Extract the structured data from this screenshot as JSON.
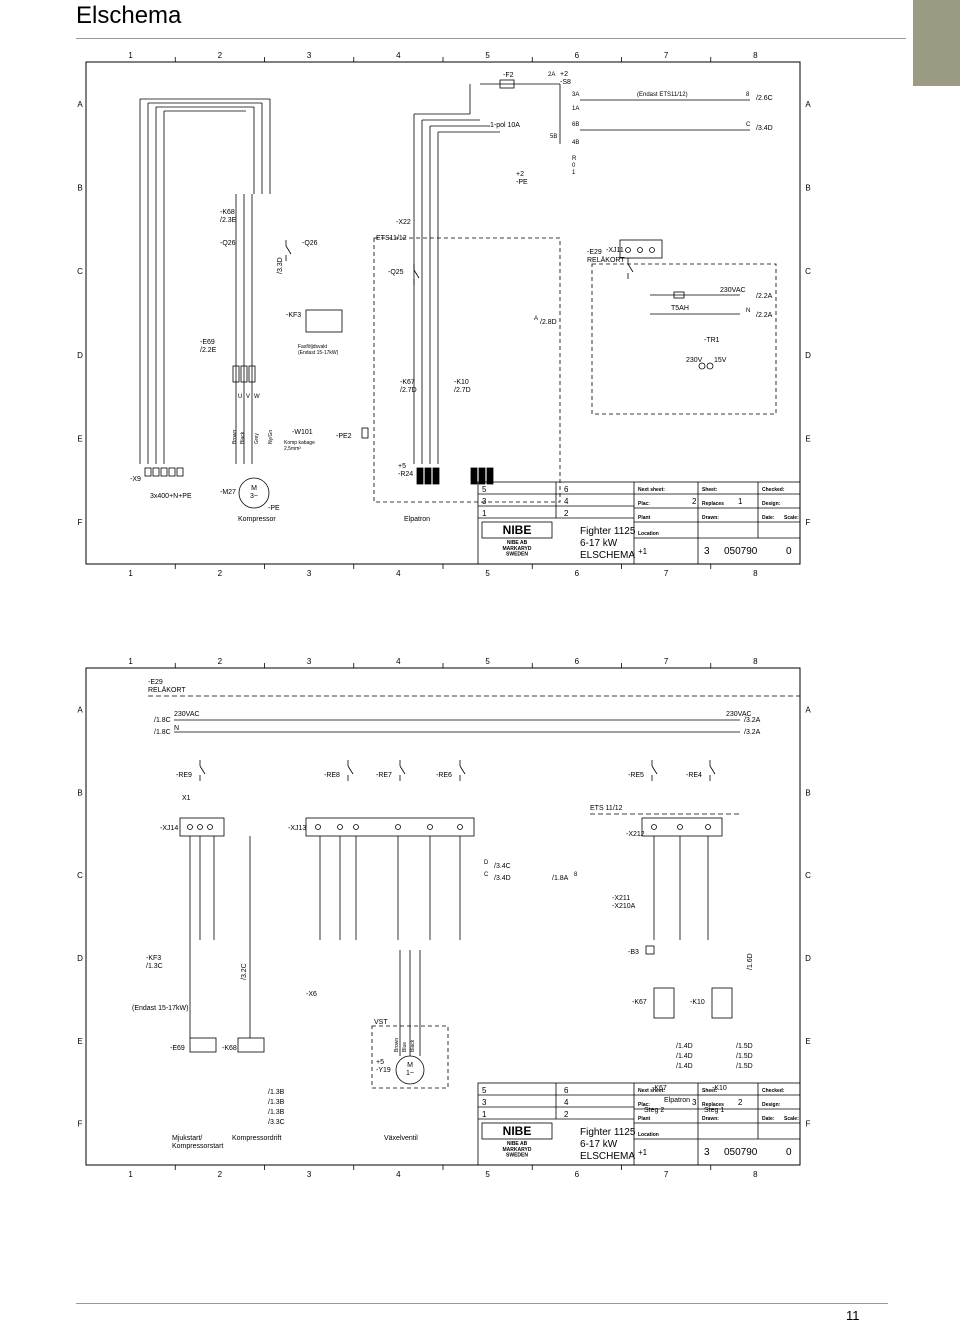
{
  "page": {
    "title": "Elschema",
    "page_number": "11",
    "colors": {
      "tab": "#9a9b82",
      "line": "#000000",
      "rule": "#999999"
    }
  },
  "grid": {
    "columns": [
      "1",
      "2",
      "3",
      "4",
      "5",
      "6",
      "7",
      "8"
    ],
    "rows": [
      "A",
      "B",
      "C",
      "D",
      "E",
      "F"
    ]
  },
  "title_block": {
    "brand": "NIBE",
    "company": [
      "NIBE AB",
      "MARKARYD",
      "SWEDEN"
    ],
    "revisions": [
      "5",
      "6",
      "3",
      "4",
      "1",
      "2"
    ],
    "product": "Fighter 1125",
    "power": "6-17 kW",
    "drawing": "ELSCHEMA",
    "labels": {
      "next_sheet": "Next sheet:",
      "sheet": "Sheet:",
      "checked": "Checked:",
      "plac": "Plac:",
      "replaces": "Replaces",
      "design": "Design:",
      "plant": "Plant",
      "drawn": "Drawn:",
      "date": "Date:",
      "scale": "Scale:",
      "location": "Location"
    },
    "location": "+1",
    "number": "050790",
    "revision": "0",
    "sheet1": {
      "next_sheet": "2",
      "sheet": "1",
      "num_prefix": "3"
    },
    "sheet2": {
      "next_sheet": "3",
      "sheet": "2",
      "num_prefix": "3"
    }
  },
  "sheet1": {
    "labels": {
      "f2": "-F2",
      "pol": "1-pol 10A",
      "s8": "+2\n-S8",
      "s8_3a": "3A",
      "s8_2a": "2A",
      "s8_1a": "1A",
      "s8_6b": "6B",
      "s8_5b": "5B",
      "s8_4b": "4B",
      "endast": "(Endast ETS11/12)",
      "ref8a": "/2.6C",
      "ref_c1": "/3.4D",
      "pe_plus": "+2\n-PE",
      "r01": "R\n0\n1",
      "k68": "-K68\n/2.3E",
      "q26": "-Q26",
      "q26_b": "-Q26",
      "q26_ref": "/3.3D",
      "x22": "-X22",
      "ets": "ETS11/12",
      "q25": "-Q25",
      "e29": "-E29\nRELÄKORT",
      "xj11": "-XJ11",
      "kf3": "-KF3",
      "fast": "Fasföljdsvakt\n(Endast 15-17kW)",
      "e69": "-E69\n/2.2E",
      "k67": "-K67\n/2.7D",
      "k10": "-K10\n/2.7D",
      "a280": "/2.8D",
      "t5ah": "T5AH",
      "vac230": "230VAC",
      "ref_2a1": "/2.2A",
      "ref_2a2": "/2.2A",
      "tr1": "-TR1",
      "v230": "230V",
      "v15": "15V",
      "w101": "-W101",
      "kabel": "Komp kabage\n2,5mm²",
      "pe2": "-PE2",
      "r24": "+5\n-R24",
      "x9": "-X9",
      "supply": "3x400+N+PE",
      "m27": "-M27",
      "motor": "M\n3~",
      "pe": "-PE",
      "kompressor": "Kompressor",
      "elpatron": "Elpatron",
      "brown": "Brown",
      "black": "Black",
      "grey": "Grey",
      "ny": "Ny/Gn",
      "u": "U",
      "v": "V",
      "w": "W"
    }
  },
  "sheet2": {
    "labels": {
      "e29": "-E29\nRELÄKORT",
      "ref1": "/1.8C",
      "ref2": "/1.8C",
      "vac230": "230VAC",
      "n": "N",
      "vac230r": "230VAC",
      "refr1": "/3.2A",
      "refr2": "/3.2A",
      "re9": "-RE9",
      "re8": "-RE8",
      "re7": "-RE7",
      "re6": "-RE6",
      "re5": "-RE5",
      "re4": "-RE4",
      "x1": "X1",
      "xj14": "-XJ14",
      "xj13": "-XJ13",
      "ets": "ETS 11/12",
      "x212": "-X212",
      "ref34c": "/3.4C",
      "ref34d": "/3.4D",
      "ref18a": "/1.8A",
      "x211": "-X211\n-X210A",
      "kf3": "-KF3\n/1.3C",
      "endast": "(Endast 15-17kW)",
      "ref32c": "/3.2C",
      "x6": "-X6",
      "b3": "-B3",
      "k67": "-K67",
      "k10": "-K10",
      "ref16d": "/1.6D",
      "vst": "VST",
      "e69": "-E69",
      "k68": "-K68",
      "y19": "+5\n-Y19",
      "motor": "M\n1~",
      "brown": "Brown",
      "blue": "Blue",
      "black": "Black",
      "mjukstart": "Mjukstart/\nKompressorstart",
      "kompdrift": "Kompressordrift",
      "vaxelventil": "Växelventil",
      "elpatron": "Elpatron",
      "steg2": "Steg 2",
      "steg1": "Steg 1",
      "k67b": "-K67",
      "k10b": "-K10",
      "k68refs": [
        "/1.3B",
        "/1.3B",
        "/1.3B",
        "/3.3C"
      ],
      "k67refs": [
        "/1.4D",
        "/1.4D",
        "/1.4D"
      ],
      "k10refs": [
        "/1.5D",
        "/1.5D",
        "/1.5D"
      ]
    }
  }
}
